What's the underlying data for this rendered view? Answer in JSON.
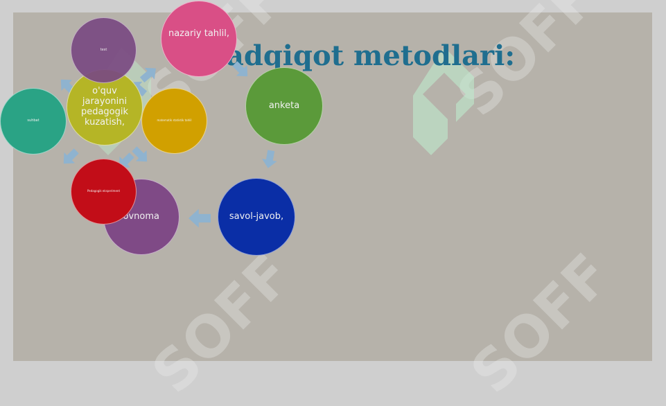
{
  "slide": {
    "title": "Tadqiqot metodlari:",
    "nodes": {
      "nazariy": "nazariy tahlil,",
      "test": "test",
      "oquv": "o'quv jarayonini pedagogik kuzatish,",
      "suhbat": "suhbat",
      "matematik": "matematik statistik tahlil",
      "pedagogik": "Pedagogik eksperiment",
      "sorovnoma": "so'rovnoma",
      "anketa": "anketa",
      "savol": "savol-javob,"
    }
  },
  "colors": {
    "nazariy": "#d94f86",
    "test": "#7a4a82",
    "oquv": "#b5b526",
    "suhbat": "#2aa385",
    "matematik": "#d1a000",
    "pedagogik": "#c20d18",
    "sorovnoma": "#7f4a86",
    "anketa": "#5b9a3a",
    "savol": "#0a2ea6",
    "arrow": "#8fb3cf",
    "title": "#1f6e8f"
  },
  "watermark": "SOFF"
}
